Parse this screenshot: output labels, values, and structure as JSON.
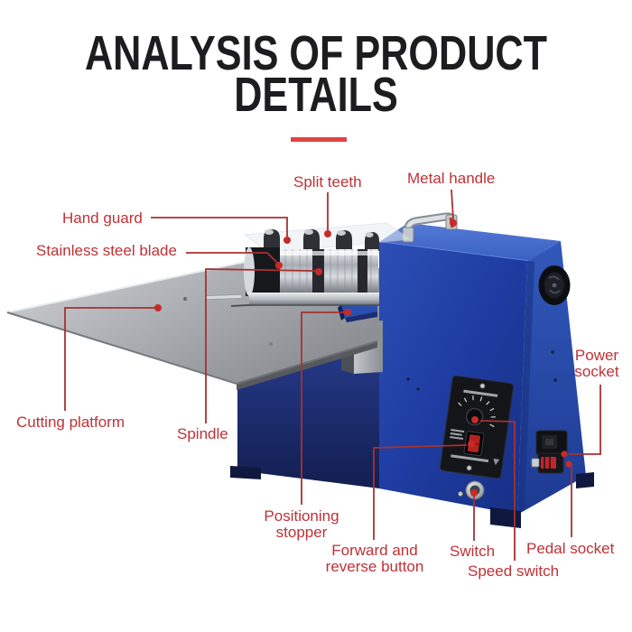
{
  "title": {
    "line1": "ANALYSIS OF PRODUCT",
    "line2": "DETAILS"
  },
  "annotations": {
    "split_teeth": "Split teeth",
    "metal_handle": "Metal handle",
    "hand_guard": "Hand guard",
    "stainless_steel_blade": "Stainless steel blade",
    "power_socket": "Power socket",
    "cutting_platform": "Cutting platform",
    "spindle": "Spindle",
    "positioning_stopper": "Positioning stopper",
    "forward_and_reverse_button": "Forward and reverse button",
    "switch": "Switch",
    "speed_switch": "Speed switch",
    "pedal_socket": "Pedal socket"
  },
  "colors": {
    "label_red": "#bf3136",
    "leader_line_red": "#a63230",
    "leader_dot_red": "#c62b28",
    "title_black": "#1d1d20",
    "underline_red": "#e04343",
    "machine_blue_front": "#22409f",
    "machine_blue_top": "#4570d0",
    "machine_blue_right": "#2750ae",
    "pedestal_navy": "#1b2a6d",
    "platform_gray": "#a9acb1",
    "panel_black": "#141519"
  }
}
